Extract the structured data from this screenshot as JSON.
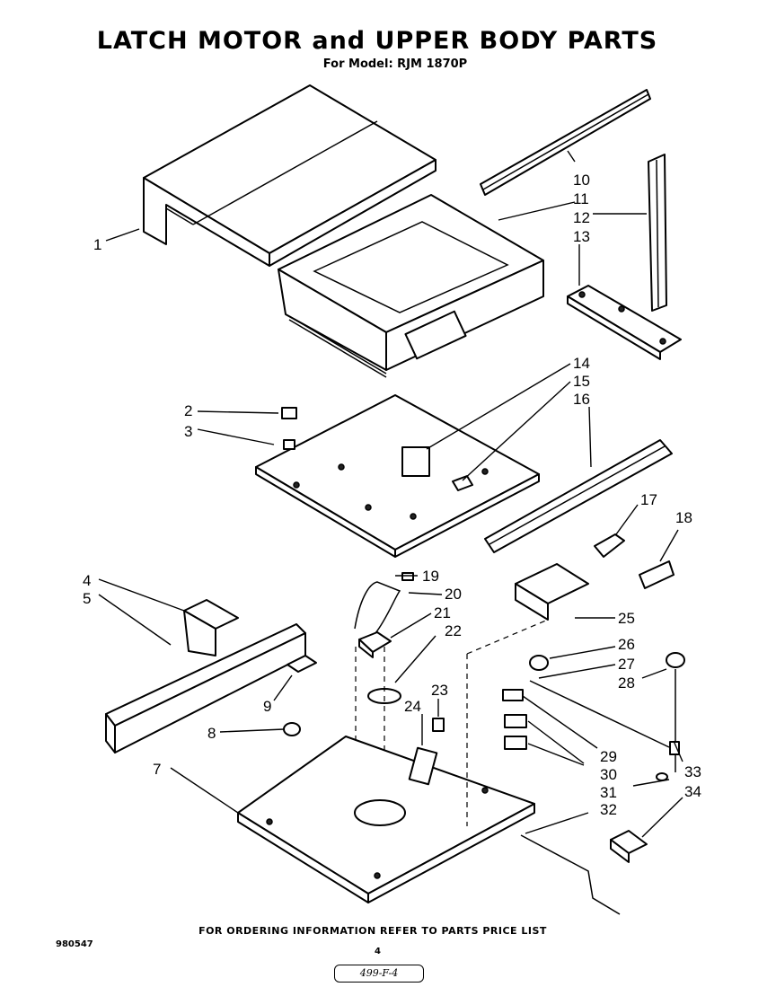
{
  "header": {
    "title": "LATCH MOTOR and UPPER BODY PARTS",
    "subtitle": "For Model: RJM 1870P"
  },
  "footer": {
    "ordering_note": "FOR ORDERING INFORMATION REFER TO PARTS PRICE LIST",
    "document_number": "980547",
    "page_number": "4",
    "handwritten_note": "499-F-4"
  },
  "callouts": [
    "1",
    "2",
    "3",
    "4",
    "5",
    "7",
    "8",
    "9",
    "10",
    "11",
    "12",
    "13",
    "14",
    "15",
    "16",
    "17",
    "18",
    "19",
    "20",
    "21",
    "22",
    "23",
    "24",
    "25",
    "26",
    "27",
    "28",
    "29",
    "30",
    "31",
    "32",
    "33",
    "34"
  ]
}
